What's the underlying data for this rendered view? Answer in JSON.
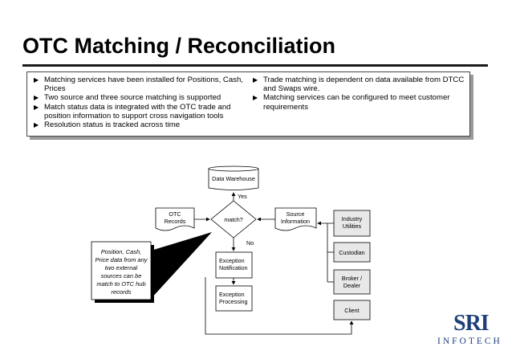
{
  "title": "OTC Matching / Reconciliation",
  "bullets_left": [
    "Matching services have been installed for Positions, Cash, Prices",
    "Two source and three source matching is supported",
    "Match status data is integrated with the OTC trade and position information to support cross navigation tools",
    "Resolution status is tracked across time"
  ],
  "bullets_right": [
    "Trade matching is dependent on data available from DTCC and Swaps wire.",
    "Matching services can be configured to meet customer requirements"
  ],
  "diagram": {
    "data_warehouse": "Data Warehouse",
    "yes": "Yes",
    "no": "No",
    "match": "match?",
    "otc_records_1": "OTC",
    "otc_records_2": "Records",
    "source_info_1": "Source",
    "source_info_2": "Information",
    "industry_1": "Industry",
    "industry_2": "Utilities",
    "custodian": "Custodian",
    "broker_1": "Broker /",
    "broker_2": "Dealer",
    "client": "Client",
    "exc_notif_1": "Exception",
    "exc_notif_2": "Notification",
    "exc_proc_1": "Exception",
    "exc_proc_2": "Processing",
    "note_lines": [
      "Position, Cash,",
      "Price data from any",
      "two external",
      "sources can be",
      "match to OTC hub",
      "records"
    ]
  },
  "logo": {
    "main": "SRI",
    "sub": "INFOTECH",
    "color": "#1f3f7a"
  }
}
